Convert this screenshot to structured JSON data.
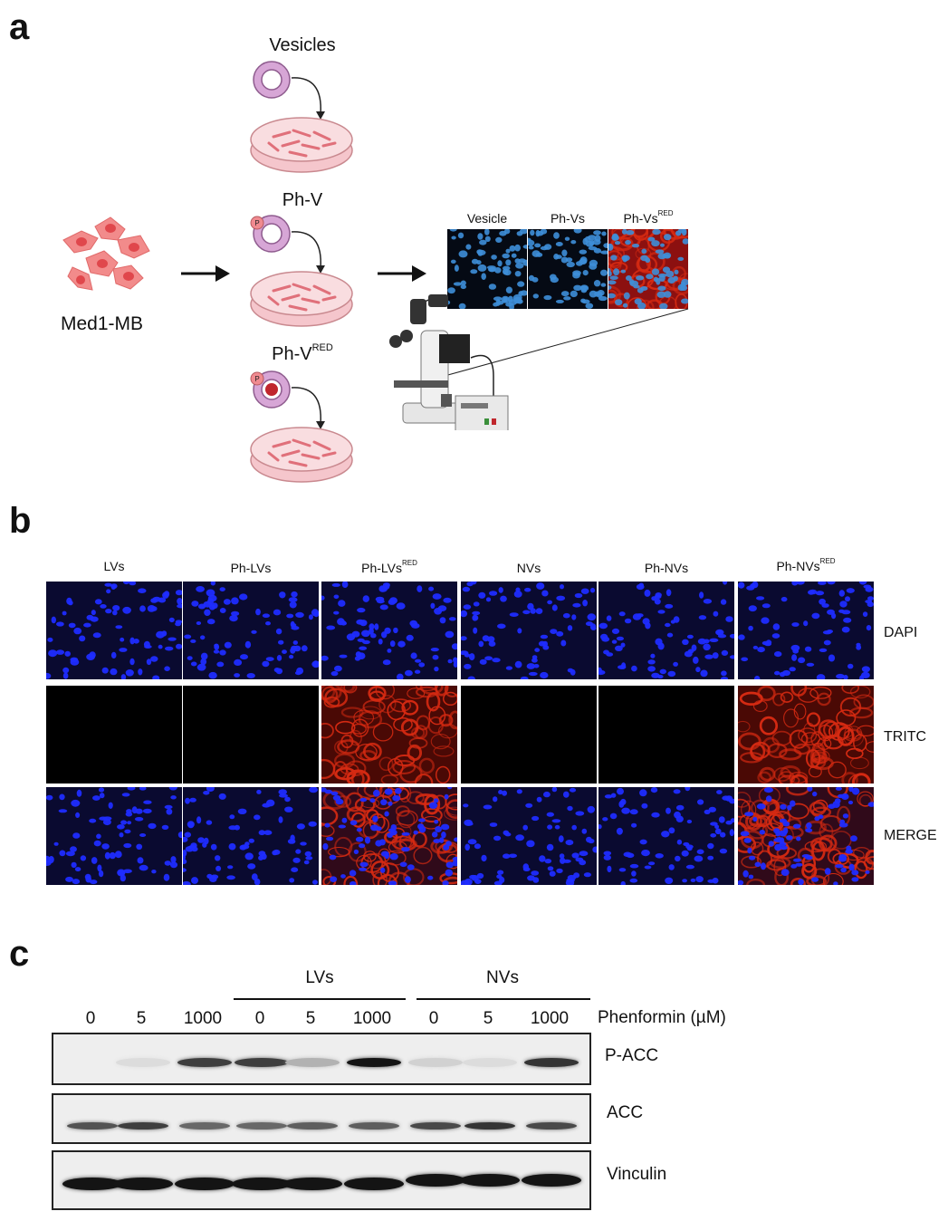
{
  "panel_a": {
    "letter": "a",
    "cell_line": "Med1-MB",
    "treatments": [
      {
        "label": "Vesicles",
        "sup": "",
        "phosphate": false,
        "red_core": false
      },
      {
        "label": "Ph-V",
        "sup": "",
        "phosphate": true,
        "red_core": false
      },
      {
        "label": "Ph-V",
        "sup": "RED",
        "phosphate": true,
        "red_core": true
      }
    ],
    "phosphate_symbol": "P",
    "microscopy_panels": [
      {
        "label": "Vesicle",
        "sup": "",
        "type": "blue"
      },
      {
        "label": "Ph-Vs",
        "sup": "",
        "type": "blue"
      },
      {
        "label": "Ph-Vs",
        "sup": "RED",
        "type": "red"
      }
    ],
    "colors": {
      "cell": "#f28b8b",
      "nucleus": "#e0474c",
      "dish": "#f5c6cc",
      "vesicle": "#d7a6d6"
    }
  },
  "panel_b": {
    "letter": "b",
    "columns": [
      {
        "label": "LVs",
        "sup": ""
      },
      {
        "label": "Ph-LVs",
        "sup": ""
      },
      {
        "label": "Ph-LVs",
        "sup": "RED"
      },
      {
        "label": "NVs",
        "sup": ""
      },
      {
        "label": "Ph-NVs",
        "sup": ""
      },
      {
        "label": "Ph-NVs",
        "sup": "RED"
      }
    ],
    "rows": [
      "DAPI",
      "TRITC",
      "MERGE"
    ],
    "red_signal_columns": [
      2,
      5
    ],
    "colors": {
      "dapi": "#1f2cff",
      "tritc": "#d62a12"
    }
  },
  "panel_c": {
    "letter": "c",
    "groups": [
      {
        "label": "LVs"
      },
      {
        "label": "NVs"
      }
    ],
    "doses": [
      "0",
      "5",
      "1000",
      "0",
      "5",
      "1000",
      "0",
      "5",
      "1000"
    ],
    "dose_label": "Phenformin (µM)",
    "proteins": [
      "P-ACC",
      "ACC",
      "Vinculin"
    ],
    "band_intensity": {
      "P-ACC": [
        0.0,
        0.05,
        0.8,
        0.8,
        0.25,
        1.0,
        0.1,
        0.05,
        0.85
      ],
      "ACC": [
        0.7,
        0.8,
        0.6,
        0.6,
        0.65,
        0.65,
        0.75,
        0.85,
        0.75
      ],
      "Vinculin": [
        1,
        1,
        1,
        1,
        1,
        1,
        1,
        1,
        1
      ]
    }
  }
}
